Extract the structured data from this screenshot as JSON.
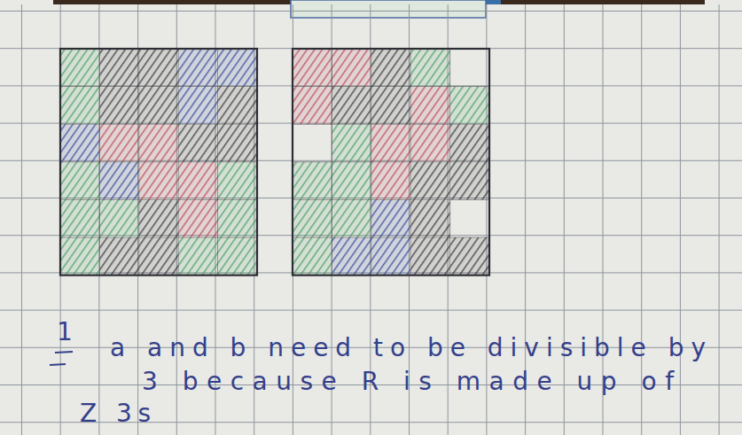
{
  "diagram": {
    "labels": [
      "1",
      "a and b need to be divisible by",
      "3 because R is made up of",
      "Z 3s"
    ]
  }
}
